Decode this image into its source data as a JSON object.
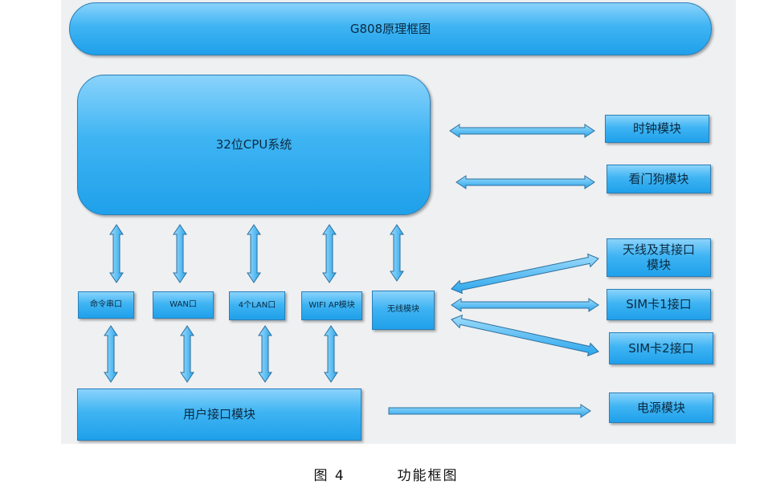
{
  "title": "G808原理框图",
  "cpu": "32位CPU系统",
  "left_modules": {
    "serial": "命令串口",
    "wan": "WAN口",
    "lan": "4个LAN口",
    "wifi": "WIFI AP模块",
    "wireless": "无线模块"
  },
  "user_interface": "用户接口模块",
  "right_modules": {
    "clock": "时钟模块",
    "watchdog": "看门狗模块",
    "antenna": "天线及其接口模块",
    "sim1": "SIM卡1接口",
    "sim2": "SIM卡2接口",
    "power": "电源模块"
  },
  "caption": {
    "figure": "图 4",
    "name": "功能框图"
  },
  "colors": {
    "box_fill": "#3fb4f3",
    "box_border": "#2b7fb8",
    "background": "#eef0f2"
  }
}
